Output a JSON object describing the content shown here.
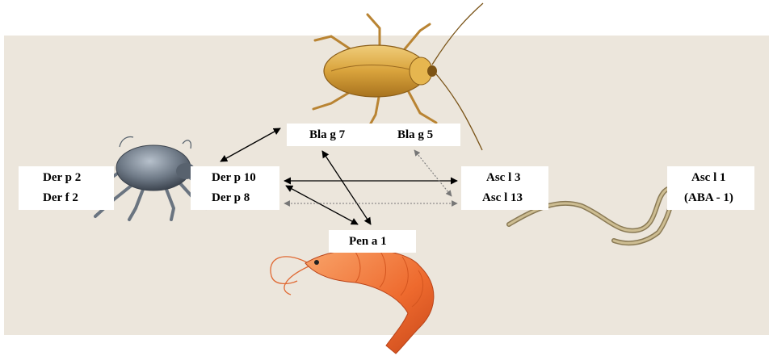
{
  "allergens": {
    "mite_left": [
      "Der p 2",
      "Der f 2"
    ],
    "mite_right": [
      "Der p 10",
      "Der p 8"
    ],
    "cockroach": [
      "Bla g 7",
      "Bla g 5"
    ],
    "shrimp": "Pen a 1",
    "ascaris_cross": [
      "Asc l 3",
      "Asc l 13"
    ],
    "ascaris_specific": [
      "Asc l 1",
      "(ABA - 1)"
    ]
  },
  "organisms": {
    "mite": "dust-mite",
    "cockroach": "cockroach",
    "shrimp": "shrimp",
    "worm": "ascaris-roundworm"
  },
  "cross_reactivity": [
    {
      "from": "Der p 10",
      "to": "Bla g 7",
      "style": "solid"
    },
    {
      "from": "Der p 10",
      "to": "Asc l 3",
      "style": "solid"
    },
    {
      "from": "Der p 10",
      "to": "Pen a 1",
      "style": "solid"
    },
    {
      "from": "Bla g 7",
      "to": "Pen a 1",
      "style": "solid"
    },
    {
      "from": "Der p 8",
      "to": "Asc l 13",
      "style": "dotted"
    },
    {
      "from": "Bla g 5",
      "to": "Asc l 13",
      "style": "dotted"
    }
  ],
  "colors": {
    "background_panel": "#ece6dc",
    "label_box": "#ffffff",
    "arrow": "#000000"
  }
}
